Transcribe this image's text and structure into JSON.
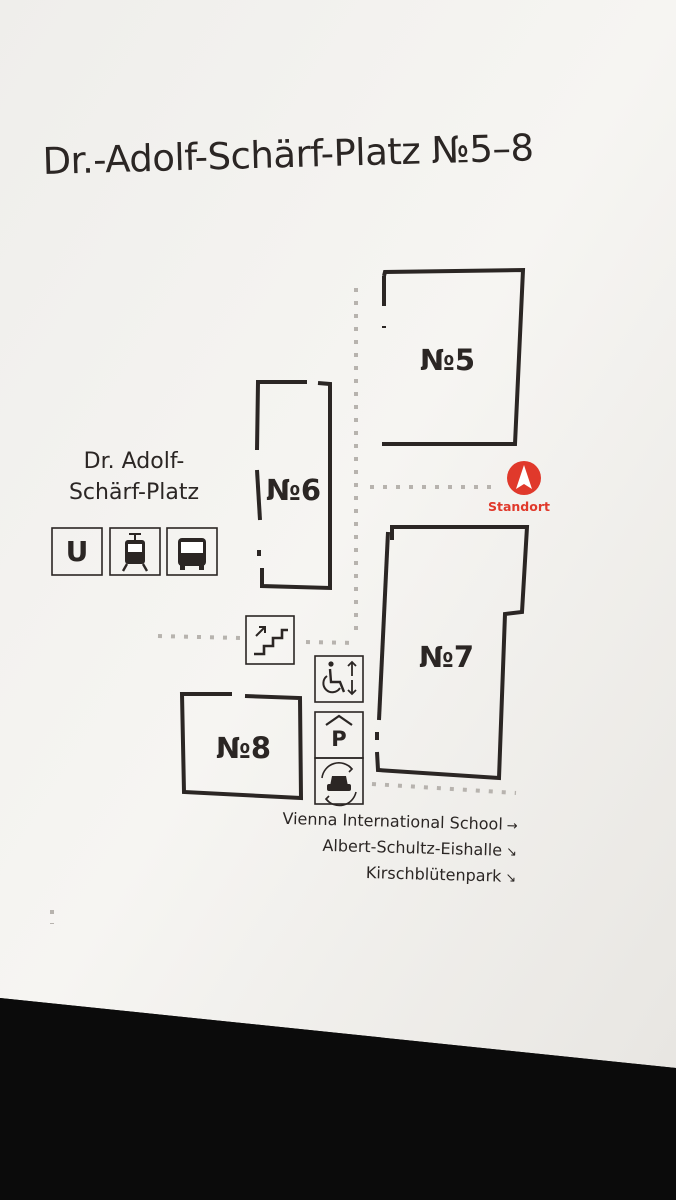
{
  "sign": {
    "title": "Dr.-Adolf-Schärf-Platz №5–8",
    "place_name_line1": "Dr. Adolf-",
    "place_name_line2": "Schärf-Platz",
    "transit_icons": [
      "subway-u-icon",
      "tram-icon",
      "bus-icon"
    ],
    "subway_letter": "U",
    "buildings": {
      "b5": "№5",
      "b6": "№6",
      "b7": "№7",
      "b8": "№8"
    },
    "standort_label": "Standort",
    "parking_letter": "P",
    "facility_icons": [
      "stairs-icon",
      "wheelchair-elevator-icon",
      "parking-garage-icon",
      "car-wash-icon"
    ],
    "directions": [
      {
        "label": "Vienna International School",
        "arrow": "→",
        "arrow_icon": "arrow-right-icon"
      },
      {
        "label": "Albert-Schultz-Eishalle",
        "arrow": "↘",
        "arrow_icon": "arrow-down-right-icon"
      },
      {
        "label": "Kirschblütenpark",
        "arrow": "↘",
        "arrow_icon": "arrow-down-right-icon"
      }
    ],
    "colors": {
      "ink": "#2b2624",
      "accent": "#e0392b",
      "path_dots": "#b7b3ae",
      "board": "#f3f2ef",
      "frame": "#0b0b0b"
    }
  }
}
